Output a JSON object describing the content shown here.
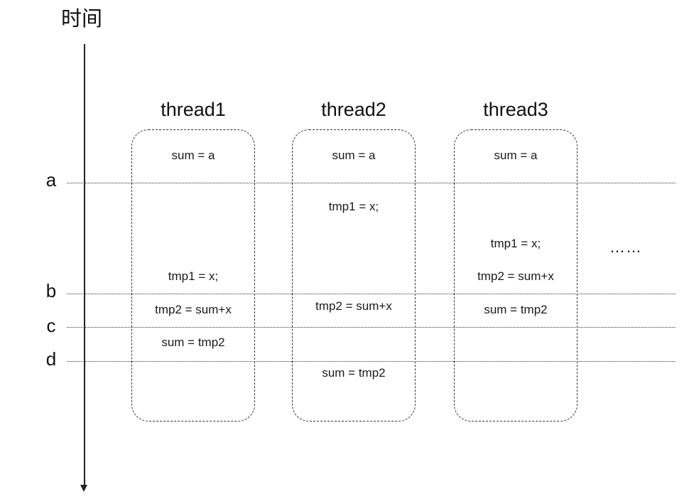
{
  "axis": {
    "title": "时间"
  },
  "markers": [
    {
      "label": "a"
    },
    {
      "label": "b"
    },
    {
      "label": "c"
    },
    {
      "label": "d"
    }
  ],
  "threads": [
    {
      "name": "thread1",
      "statements": [
        "sum = a",
        "tmp1 = x;",
        "tmp2 = sum+x",
        "sum = tmp2"
      ]
    },
    {
      "name": "thread2",
      "statements": [
        "sum = a",
        "tmp1 = x;",
        "tmp2 = sum+x",
        "sum = tmp2"
      ]
    },
    {
      "name": "thread3",
      "statements": [
        "sum = a",
        "tmp1 = x;",
        "tmp2 = sum+x",
        "sum = tmp2"
      ]
    }
  ],
  "more": "……"
}
